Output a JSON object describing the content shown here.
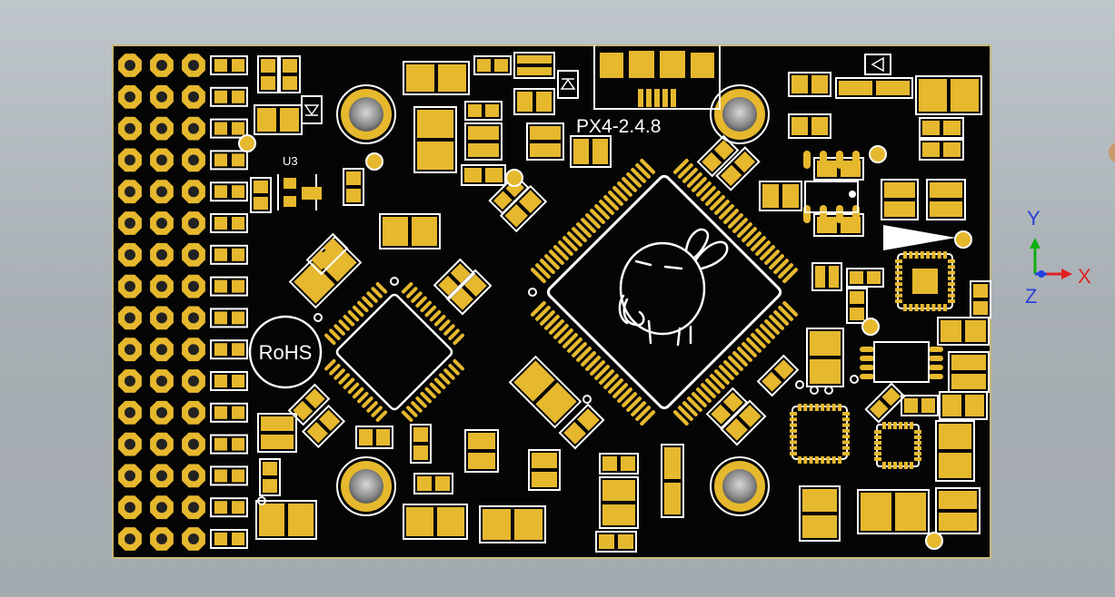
{
  "app": {
    "view": "3D PCB view",
    "colors": {
      "background": "#b5bcc1",
      "board": "#050505",
      "board_edge": "#c8b87a",
      "copper_gold": "#e6b82e",
      "silkscreen": "#ffffff",
      "drill": "#8c8c8c",
      "axis_x": "#e02020",
      "axis_y": "#10b010",
      "axis_z": "#2040e0"
    }
  },
  "board": {
    "silkscreen": {
      "board_label": "PX4-2.4.8",
      "ref_u3": "U3",
      "rohs_mark": "RoHS",
      "mascot_icon": "rabbit-logo-icon"
    },
    "icons": {
      "header_pins": "pin-header-icon",
      "mounting_hole": "mounting-hole-icon",
      "mcu_chip": "qfp-chip-icon",
      "usb_connector": "usb-connector-icon",
      "diode": "diode-icon"
    }
  },
  "axes": {
    "x_label": "X",
    "y_label": "Y",
    "z_label": "Z",
    "icon": "axis-triad-icon"
  }
}
